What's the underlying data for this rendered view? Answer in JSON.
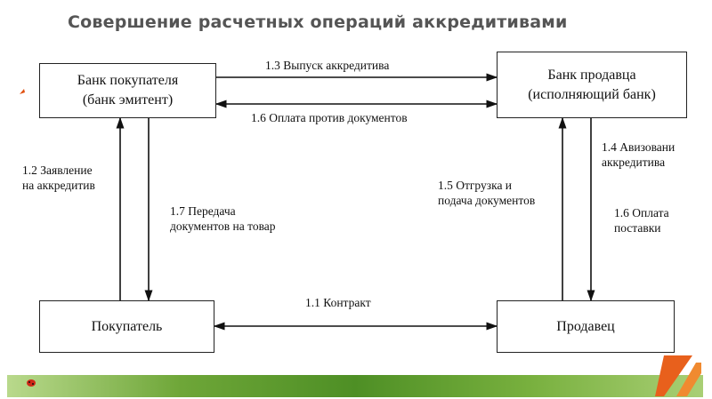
{
  "title": "Совершение расчетных операций  аккредитивами",
  "boxes": {
    "buyer_bank": [
      "Банк покупателя",
      "(банк эмитент)"
    ],
    "seller_bank": [
      "Банк продавца",
      "(исполняющий банк)"
    ],
    "buyer": "Покупатель",
    "seller": "Продавец"
  },
  "labels": {
    "l13": "1.3 Выпуск аккредитива",
    "l16_top": "1.6 Оплата против документов",
    "l12": [
      "1.2 Заявление",
      "на аккредитив"
    ],
    "l17": [
      "1.7 Передача",
      "документов на товар"
    ],
    "l15": [
      "1.5 Отгрузка и",
      "подача документов"
    ],
    "l14": [
      "1.4 Авизовани",
      "аккредитива"
    ],
    "l16_right": [
      "1.6 Оплата",
      "поставки"
    ],
    "l11": "1.1 Контракт"
  }
}
